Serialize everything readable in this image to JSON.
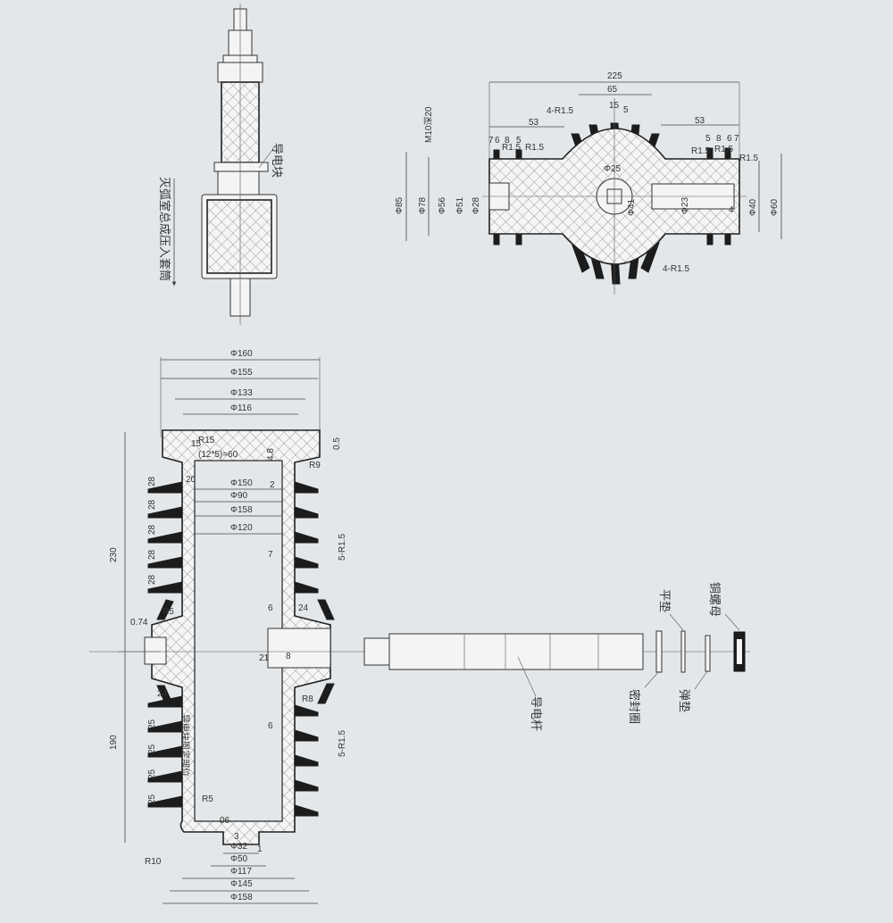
{
  "labels": {
    "conductor_block": "导电块",
    "interrupter_note": "灭弧室总成压入套筒",
    "conductor_rod": "导电杆",
    "flat_washer": "平垫",
    "copper_nut": "铜螺母",
    "seal_ring": "密封圈",
    "spring_washer": "弹垫",
    "fixing_part": "导电块固定部位",
    "thread": "M10深20"
  },
  "top_dims": {
    "d225": "225",
    "d65": "65",
    "d15": "15",
    "d5a": "5",
    "d53l": "53",
    "d53r": "53",
    "r4": "4-R1.5",
    "r4b": "4-R1.5",
    "d7": "7",
    "d6": "6",
    "d8": "8",
    "d5": "5",
    "r15a": "R1.5",
    "r15b": "R1.5",
    "r15c": "R1.5",
    "r15d": "R1.5",
    "r15e": "R1.5",
    "d5b": "5",
    "d8b": "8",
    "d6b": "6",
    "d7b": "7",
    "phi85": "Φ85",
    "phi78": "Φ78",
    "phi56": "Φ56",
    "phi51": "Φ51",
    "phi28": "Φ28",
    "phi25": "Φ25",
    "phi41": "Φ41",
    "phi23": "Φ23",
    "phi40": "Φ40",
    "phi60": "Φ60",
    "d4": "4"
  },
  "main_dims": {
    "phi160": "Φ160",
    "phi155": "Φ155",
    "phi133": "Φ133",
    "phi116": "Φ116",
    "phi150": "Φ150",
    "phi90": "Φ90",
    "phi158a": "Φ158",
    "phi120": "Φ120",
    "phi32": "Φ32",
    "phi50": "Φ50",
    "phi117": "Φ117",
    "phi145": "Φ145",
    "phi158b": "Φ158",
    "h230": "230",
    "h190": "190",
    "p28": "28",
    "p25": "25",
    "r5": "R5",
    "r10": "R10",
    "r8": "R8",
    "r9": "R9",
    "r5s": "R5",
    "d05": "0.5",
    "d48": "4.8",
    "d2": "2",
    "d7u": "7",
    "d6u": "6",
    "d24": "24",
    "d21": "21",
    "d8m": "8",
    "d6l": "6",
    "d074": "0.74",
    "d06": "06",
    "d3": "3",
    "d1": "1",
    "d15": "15",
    "d60": "(12*5)=60",
    "d25": "R15",
    "d20": "20",
    "r515a": "5-R1.5",
    "r515b": "5-R1.5",
    "d24b": "24"
  }
}
